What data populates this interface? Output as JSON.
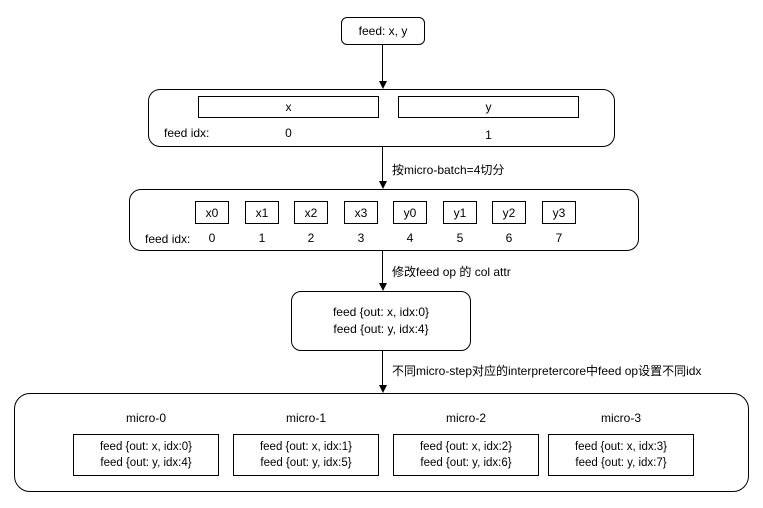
{
  "colors": {
    "line": "#000000",
    "background": "#ffffff",
    "text": "#000000"
  },
  "feed_box": {
    "label": "feed: x, y"
  },
  "batch_section": {
    "feed_idx_label": "feed idx:",
    "columns": [
      {
        "name": "x",
        "idx": "0"
      },
      {
        "name": "y",
        "idx": "1"
      }
    ]
  },
  "arrow_labels": {
    "split": "按micro-batch=4切分",
    "col_attr": "修改feed op 的 col attr",
    "micro_step": "不同micro-step对应的interpretercore中feed op设置不同idx"
  },
  "split_section": {
    "feed_idx_label": "feed idx:",
    "cells": [
      {
        "name": "x0",
        "idx": "0"
      },
      {
        "name": "x1",
        "idx": "1"
      },
      {
        "name": "x2",
        "idx": "2"
      },
      {
        "name": "x3",
        "idx": "3"
      },
      {
        "name": "y0",
        "idx": "4"
      },
      {
        "name": "y1",
        "idx": "5"
      },
      {
        "name": "y2",
        "idx": "6"
      },
      {
        "name": "y3",
        "idx": "7"
      }
    ]
  },
  "feed_op_box": {
    "line1": "feed {out: x, idx:0}",
    "line2": "feed {out: y, idx:4}"
  },
  "micro_section": {
    "columns": [
      {
        "title": "micro-0",
        "line1": "feed {out: x, idx:0}",
        "line2": "feed {out: y, idx:4}"
      },
      {
        "title": "micro-1",
        "line1": "feed {out: x, idx:1}",
        "line2": "feed {out: y, idx:5}"
      },
      {
        "title": "micro-2",
        "line1": "feed {out: x, idx:2}",
        "line2": "feed {out: y, idx:6}"
      },
      {
        "title": "micro-3",
        "line1": "feed {out: x, idx:3}",
        "line2": "feed {out: y, idx:7}"
      }
    ]
  }
}
